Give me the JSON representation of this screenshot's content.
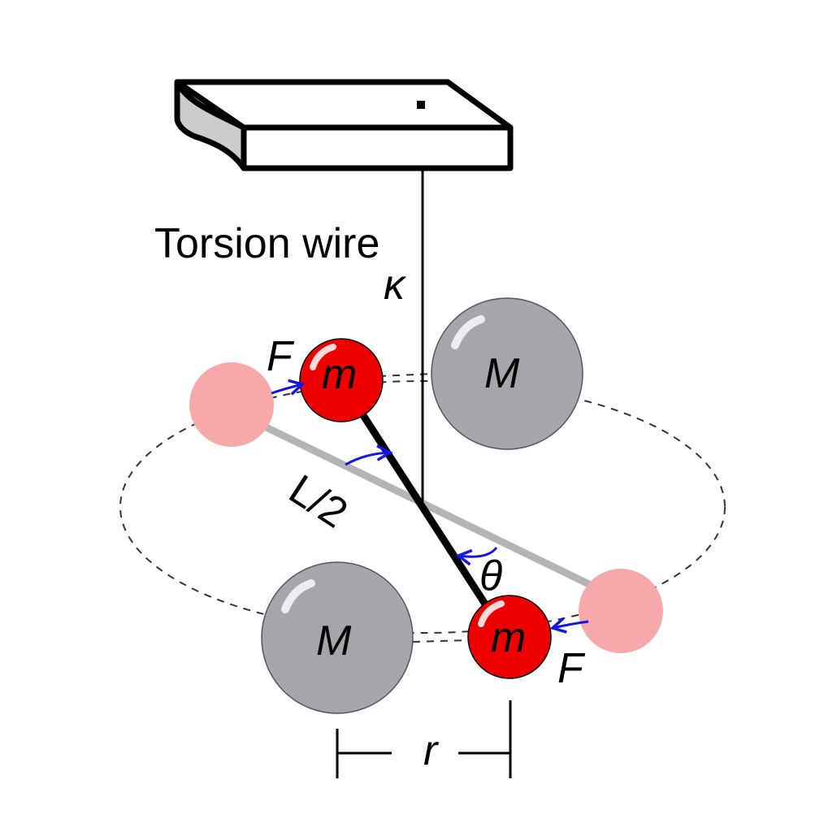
{
  "labels": {
    "torsion_wire": "Torsion wire",
    "kappa": "κ",
    "small_mass": "m",
    "large_mass": "M",
    "force": "F",
    "half_length": "L/2",
    "angle": "θ",
    "distance": "r"
  },
  "colors": {
    "small_mass": "#ee0000",
    "small_mass_ghost": "#f7a8a8",
    "large_mass": "#a7a5a9",
    "rod": "#000000",
    "rod_ghost": "#b4b4b4",
    "arrow": "#1515e6",
    "mount_side": "#cccccc"
  }
}
